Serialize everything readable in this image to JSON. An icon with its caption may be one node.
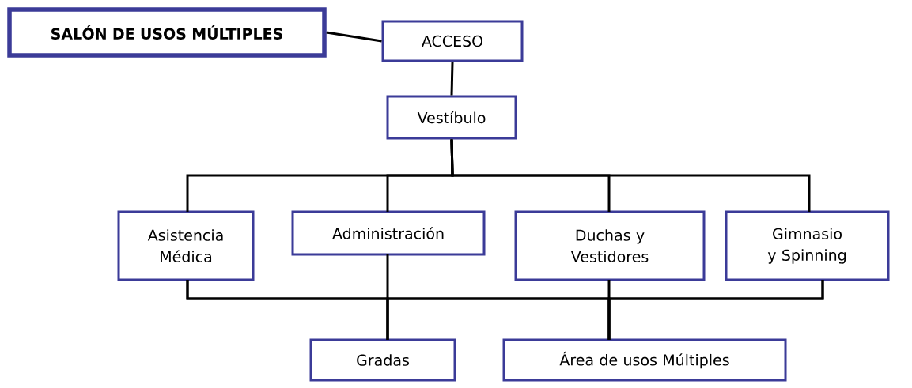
{
  "diagram": {
    "nodes": [
      {
        "text": [
          "SALÓN DE USOS MÚLTIPLES"
        ]
      },
      {
        "text": [
          "ACCESO"
        ]
      },
      {
        "text": [
          "Vestíbulo"
        ]
      },
      {
        "text": [
          "Asistencia Médica"
        ]
      },
      {
        "text": [
          "Administración"
        ]
      },
      {
        "text": [
          "Duchas y Vestidores"
        ]
      },
      {
        "text": [
          "Gimnasio y Spinning"
        ]
      },
      {
        "text": [
          "Gradas"
        ]
      },
      {
        "text": [
          "Área de usos Múltiples"
        ]
      }
    ],
    "edges": [
      {
        "from": 0,
        "to": 1,
        "arrow": "none"
      },
      {
        "from": 1,
        "to": 2,
        "arrow": "none"
      },
      {
        "from": 2,
        "to": 3,
        "arrow": "none"
      },
      {
        "from": 2,
        "to": 4,
        "arrow": "none"
      },
      {
        "from": 2,
        "to": 5,
        "arrow": "none"
      },
      {
        "from": 2,
        "to": 6,
        "arrow": "none"
      },
      {
        "from": 4,
        "to": 7,
        "arrow": "none"
      },
      {
        "from": 5,
        "to": 8,
        "arrow": "none"
      },
      {
        "from": 3,
        "to": 7,
        "arrow": "none"
      },
      {
        "from": 3,
        "to": 8,
        "arrow": "none"
      },
      {
        "from": 6,
        "to": 7,
        "arrow": "none"
      },
      {
        "from": 6,
        "to": 8,
        "arrow": "none"
      }
    ]
  }
}
